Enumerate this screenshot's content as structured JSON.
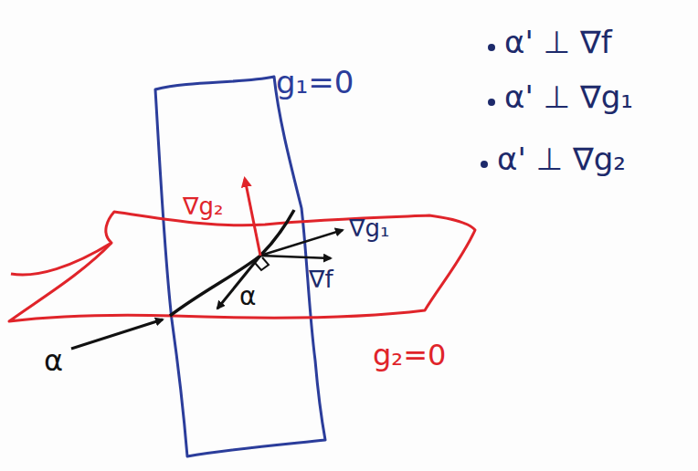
{
  "diagram": {
    "labels": [
      "g₁=0",
      "g₂=0",
      "∇g₂",
      "∇g₁",
      "∇f",
      "α",
      "α",
      "α' ⊥ ∇f",
      "α' ⊥ ∇g₁",
      "α' ⊥ ∇g₂"
    ]
  }
}
